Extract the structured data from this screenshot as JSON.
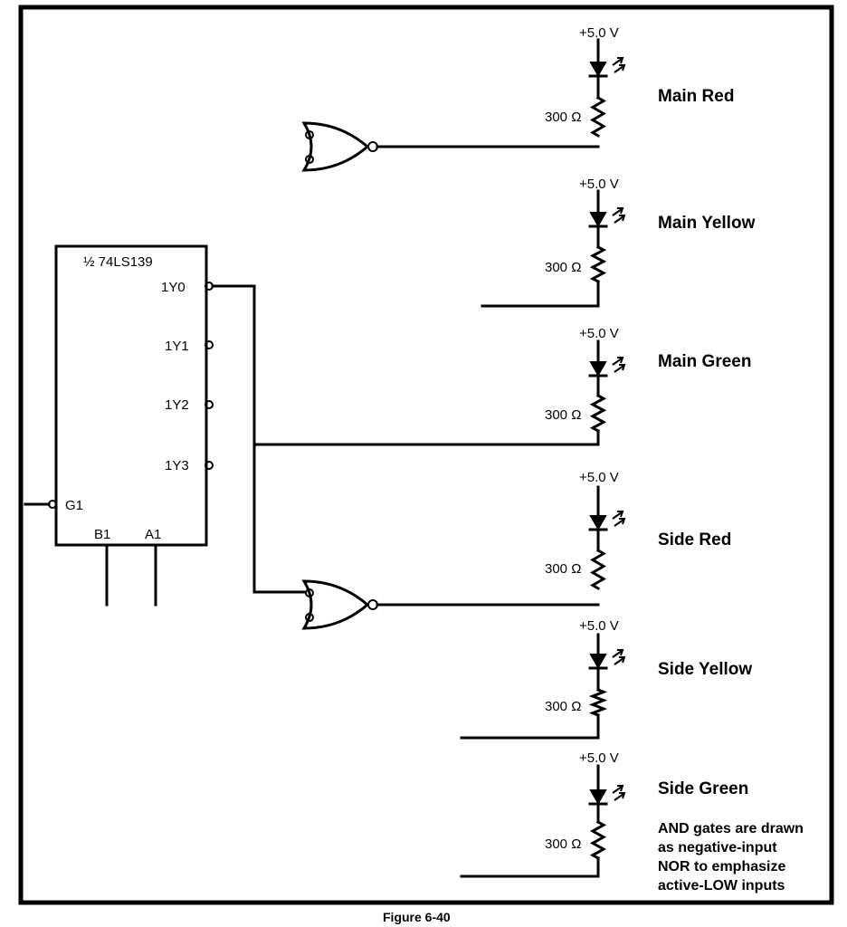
{
  "decoder": {
    "title": "½ 74LS139",
    "outputs": [
      "1Y0",
      "1Y1",
      "1Y2",
      "1Y3"
    ],
    "enable": "G1",
    "select_b": "B1",
    "select_a": "A1"
  },
  "leds": [
    {
      "supply": "+5.0 V",
      "resistor": "300 Ω",
      "label": "Main Red"
    },
    {
      "supply": "+5.0 V",
      "resistor": "300 Ω",
      "label": "Main Yellow"
    },
    {
      "supply": "+5.0 V",
      "resistor": "300 Ω",
      "label": "Main Green"
    },
    {
      "supply": "+5.0 V",
      "resistor": "300 Ω",
      "label": "Side Red"
    },
    {
      "supply": "+5.0 V",
      "resistor": "300 Ω",
      "label": "Side Yellow"
    },
    {
      "supply": "+5.0 V",
      "resistor": "300 Ω",
      "label": "Side Green"
    }
  ],
  "note_lines": [
    "AND gates are drawn",
    "as negative-input",
    "NOR to emphasize",
    "active-LOW inputs"
  ],
  "caption": "Figure 6-40"
}
